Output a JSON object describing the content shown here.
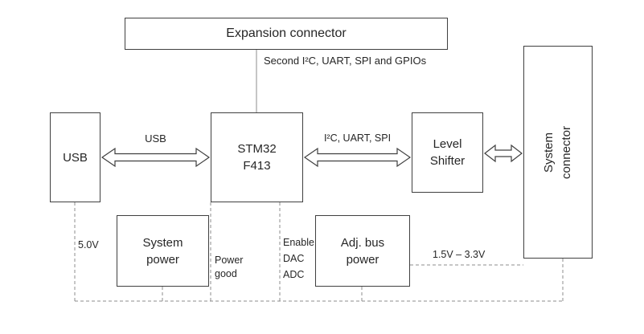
{
  "diagram": {
    "boxes": {
      "expansion_connector": "Expansion connector",
      "usb": "USB",
      "mcu": "STM32\nF413",
      "level_shifter": "Level\nShifter",
      "system_connector": "System\nconnector",
      "system_power": "System\npower",
      "adj_bus_power": "Adj. bus\npower"
    },
    "labels": {
      "expansion_note": "Second I²C, UART, SPI and GPIOs",
      "usb_bus": "USB",
      "peripheral_bus": "I²C, UART, SPI",
      "usb_voltage": "5.0V",
      "power_good": "Power\ngood",
      "mcu_signals": "Enable\nDAC\nADC",
      "adj_voltage_range": "1.5V – 3.3V"
    }
  }
}
